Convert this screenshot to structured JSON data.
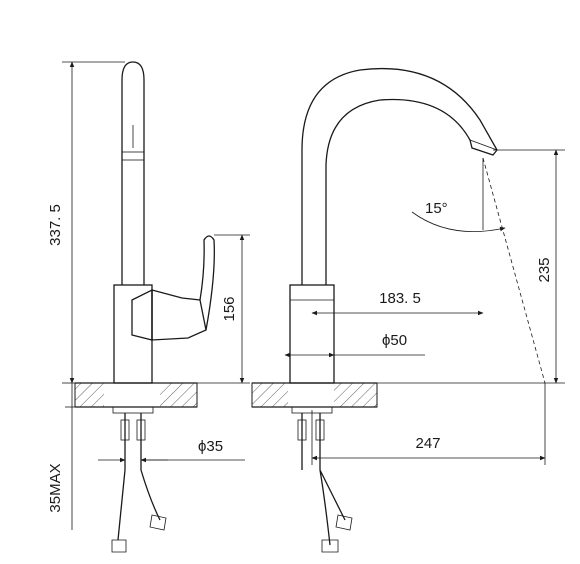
{
  "dimensions": {
    "total_height": "337. 5",
    "handle_height": "156",
    "deck_max": "35MAX",
    "hose_diameter": "ϕ35",
    "spout_reach": "183. 5",
    "body_diameter": "ϕ50",
    "spout_height": "235",
    "spout_angle": "15°",
    "total_reach": "247"
  }
}
